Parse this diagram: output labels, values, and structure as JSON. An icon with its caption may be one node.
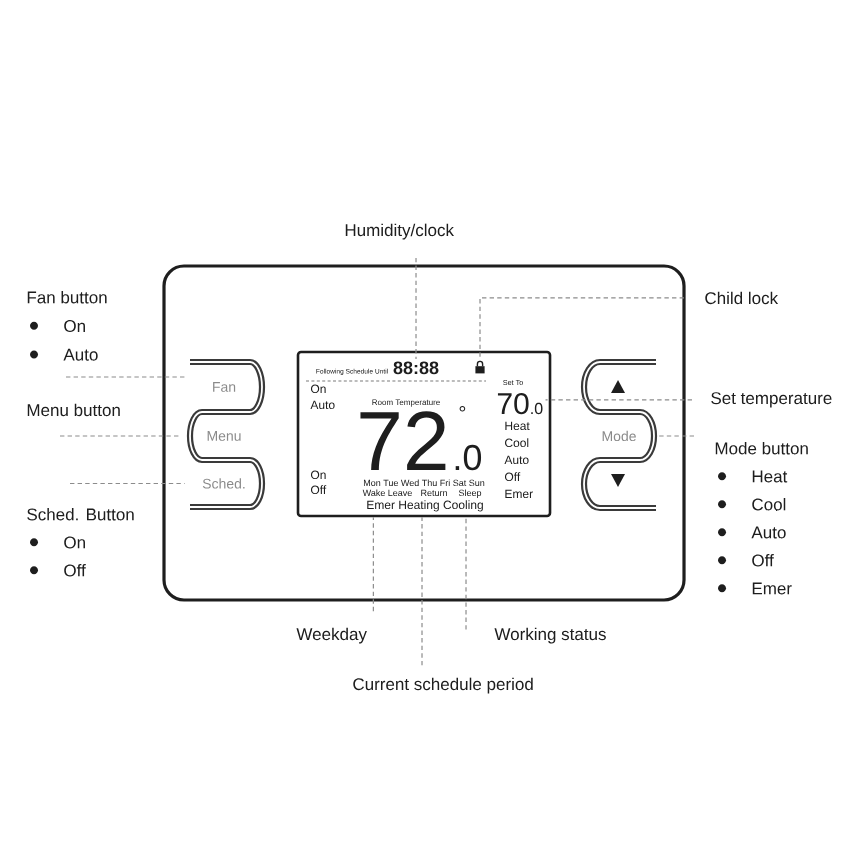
{
  "diagram": {
    "nodes": [
      {
        "text": [
          "Humidity/clock"
        ]
      },
      {
        "text": [
          "Fan button",
          "On",
          "Auto"
        ]
      },
      {
        "text": [
          "Child lock"
        ]
      },
      {
        "text": [],
        "shape": "box"
      },
      {
        "text": [],
        "shape": "box",
        "in": 3
      },
      {
        "text": [
          "88:88"
        ],
        "in": 4
      },
      {
        "text": [],
        "shape": "padlock",
        "in": 4
      },
      {
        "text": [
          "70",
          ".0"
        ],
        "in": 4
      },
      {
        "text": [
          "Fan"
        ],
        "in": 3
      },
      {
        "text": [
          "Set temperature"
        ]
      },
      {
        "text": [
          "Menu button"
        ]
      },
      {
        "text": [
          "Menu"
        ],
        "in": 3
      },
      {
        "text": [
          "Mode"
        ],
        "in": 3
      },
      {
        "text": [
          "Mode button",
          "Heat",
          "Cool",
          "Auto",
          "Off",
          "Emer"
        ]
      },
      {
        "text": [
          "Sched."
        ],
        "in": 3
      },
      {
        "text": [
          "Sched. Button",
          "On",
          "Off"
        ]
      },
      {
        "text": [
          "Weekday"
        ]
      },
      {
        "text": [
          "Working status"
        ]
      },
      {
        "text": [
          "Current schedule period"
        ]
      }
    ],
    "edges": [
      {
        "from": 0,
        "to": 5,
        "arrow": "none",
        "style": "dashed"
      },
      {
        "from": 2,
        "to": 6,
        "arrow": "none",
        "style": "dashed"
      },
      {
        "from": 1,
        "to": 8,
        "arrow": "none",
        "style": "dashed"
      },
      {
        "from": 9,
        "to": 7,
        "arrow": "none",
        "style": "dashed"
      },
      {
        "from": 10,
        "to": 11,
        "arrow": "none",
        "style": "dashed"
      },
      {
        "from": 13,
        "to": 12,
        "arrow": "none",
        "style": "dashed"
      },
      {
        "from": 15,
        "to": 14,
        "arrow": "none",
        "style": "dashed"
      },
      {
        "from": 16,
        "to": 4,
        "arrow": "none",
        "style": "dashed"
      },
      {
        "from": 17,
        "to": 4,
        "arrow": "none",
        "style": "dashed"
      },
      {
        "from": 18,
        "to": 4,
        "arrow": "none",
        "style": "dashed"
      }
    ],
    "labels": [
      "Following Schedule Until",
      "Set To",
      "On",
      "Auto",
      "Room Temperature",
      "°",
      "72",
      ".0",
      "Heat",
      "Cool",
      "Auto",
      "Off",
      "Emer",
      "On",
      "Off",
      "Mon Tue Wed Thu Fri Sat Sun",
      "Wake",
      "Leave",
      "Return",
      "Sleep",
      "Emer Heating Cooling"
    ]
  }
}
